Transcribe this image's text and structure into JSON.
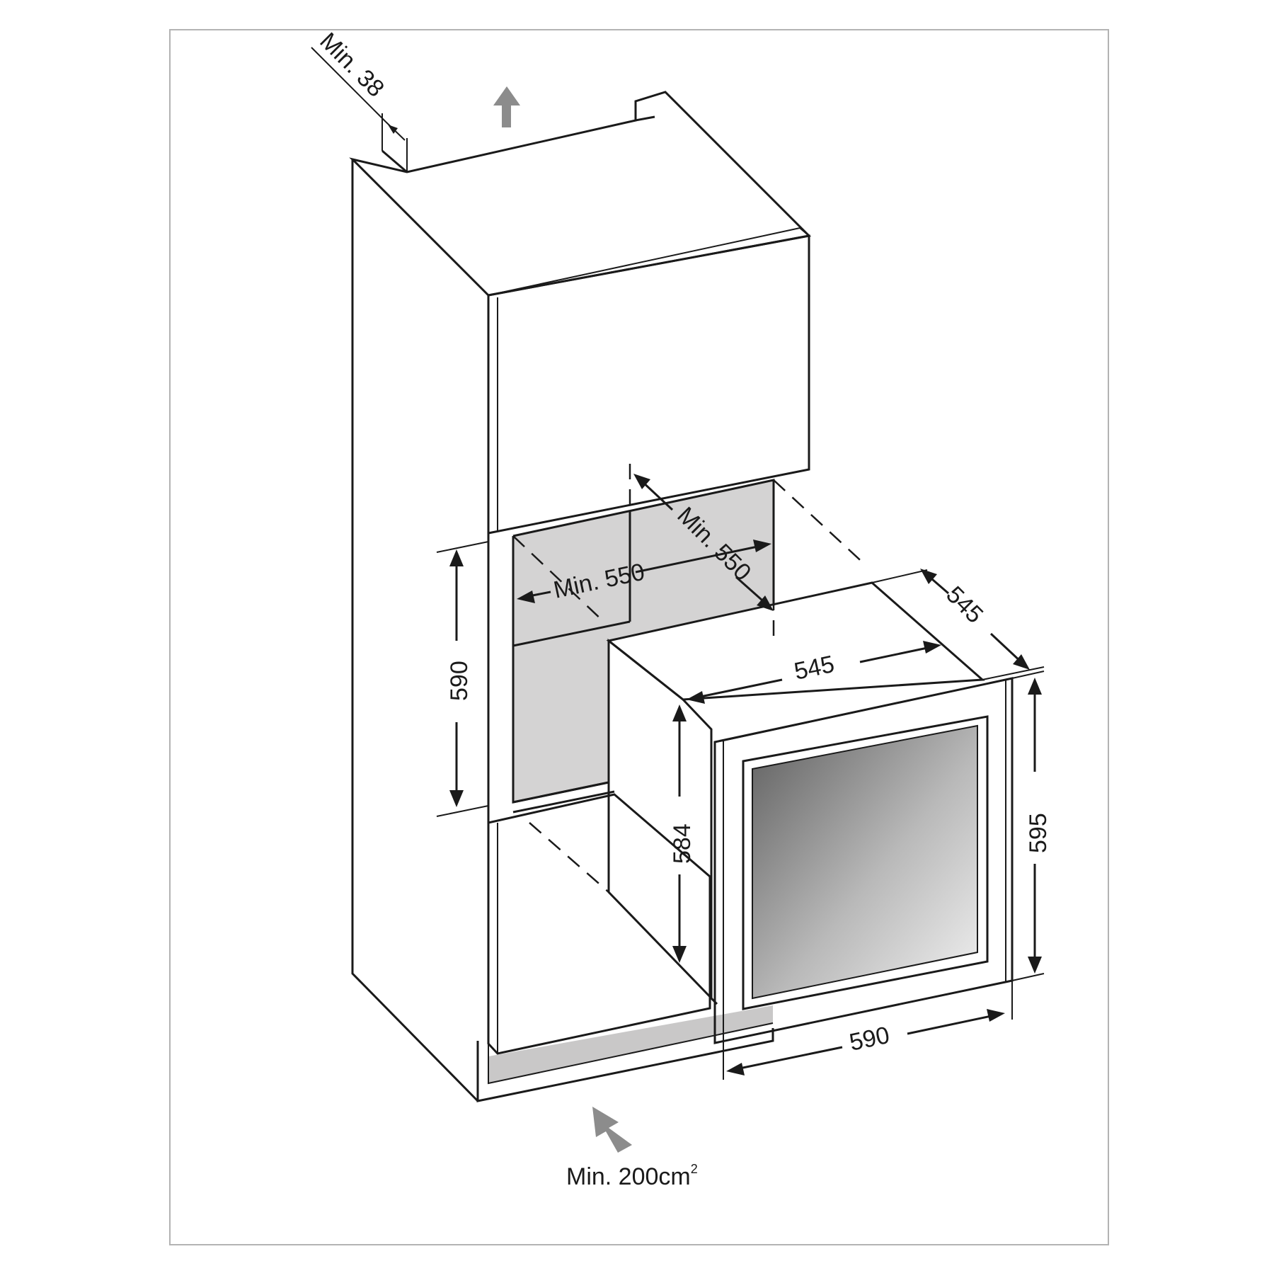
{
  "figure": {
    "labels": {
      "min_38": "Min. 38",
      "min_550_depth": "Min. 550",
      "min_550_width": "Min. 550",
      "height_590": "590",
      "depth_545_top": "545",
      "width_545": "545",
      "height_584": "584",
      "height_595": "595",
      "width_590": "590",
      "vent_prefix": "Min. 200cm",
      "vent_sup": "2"
    },
    "colors": {
      "line": "#1a1a1a",
      "recess_fill": "#d4d3d3",
      "vent_fill": "#c9c8c8",
      "arrow": "#8c8c8c",
      "frame": "#b3b3b3"
    }
  }
}
